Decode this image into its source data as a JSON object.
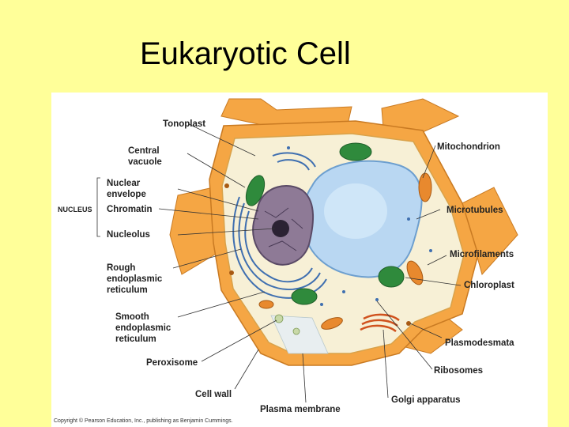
{
  "slide": {
    "title": "Eukaryotic Cell",
    "background": "#ffff99"
  },
  "diagram": {
    "labels": {
      "tonoplast": "Tonoplast",
      "central_vacuole_1": "Central",
      "central_vacuole_2": "vacuole",
      "nuclear_envelope_1": "Nuclear",
      "nuclear_envelope_2": "envelope",
      "nucleus": "NUCLEUS",
      "chromatin": "Chromatin",
      "nucleolus": "Nucleolus",
      "rough_er_1": "Rough",
      "rough_er_2": "endoplasmic",
      "rough_er_3": "reticulum",
      "smooth_er_1": "Smooth",
      "smooth_er_2": "endoplasmic",
      "smooth_er_3": "reticulum",
      "peroxisome": "Peroxisome",
      "cell_wall": "Cell wall",
      "plasma_membrane": "Plasma membrane",
      "mitochondrion": "Mitochondrion",
      "microtubules": "Microtubules",
      "microfilaments": "Microfilaments",
      "chloroplast": "Chloroplast",
      "plasmodesmata": "Plasmodesmata",
      "ribosomes": "Ribosomes",
      "golgi_apparatus": "Golgi apparatus"
    },
    "copyright": "Copyright © Pearson Education, Inc., publishing as Benjamin Cummings.",
    "colors": {
      "cell_wall": "#f5a644",
      "cytoplasm": "#f7f0d6",
      "vacuole": "#b9d7f2",
      "nucleus": "#8e7a96",
      "er": "#3f6fb0",
      "chloroplast": "#2f8a3c",
      "mitochondrion": "#e8892e"
    }
  }
}
